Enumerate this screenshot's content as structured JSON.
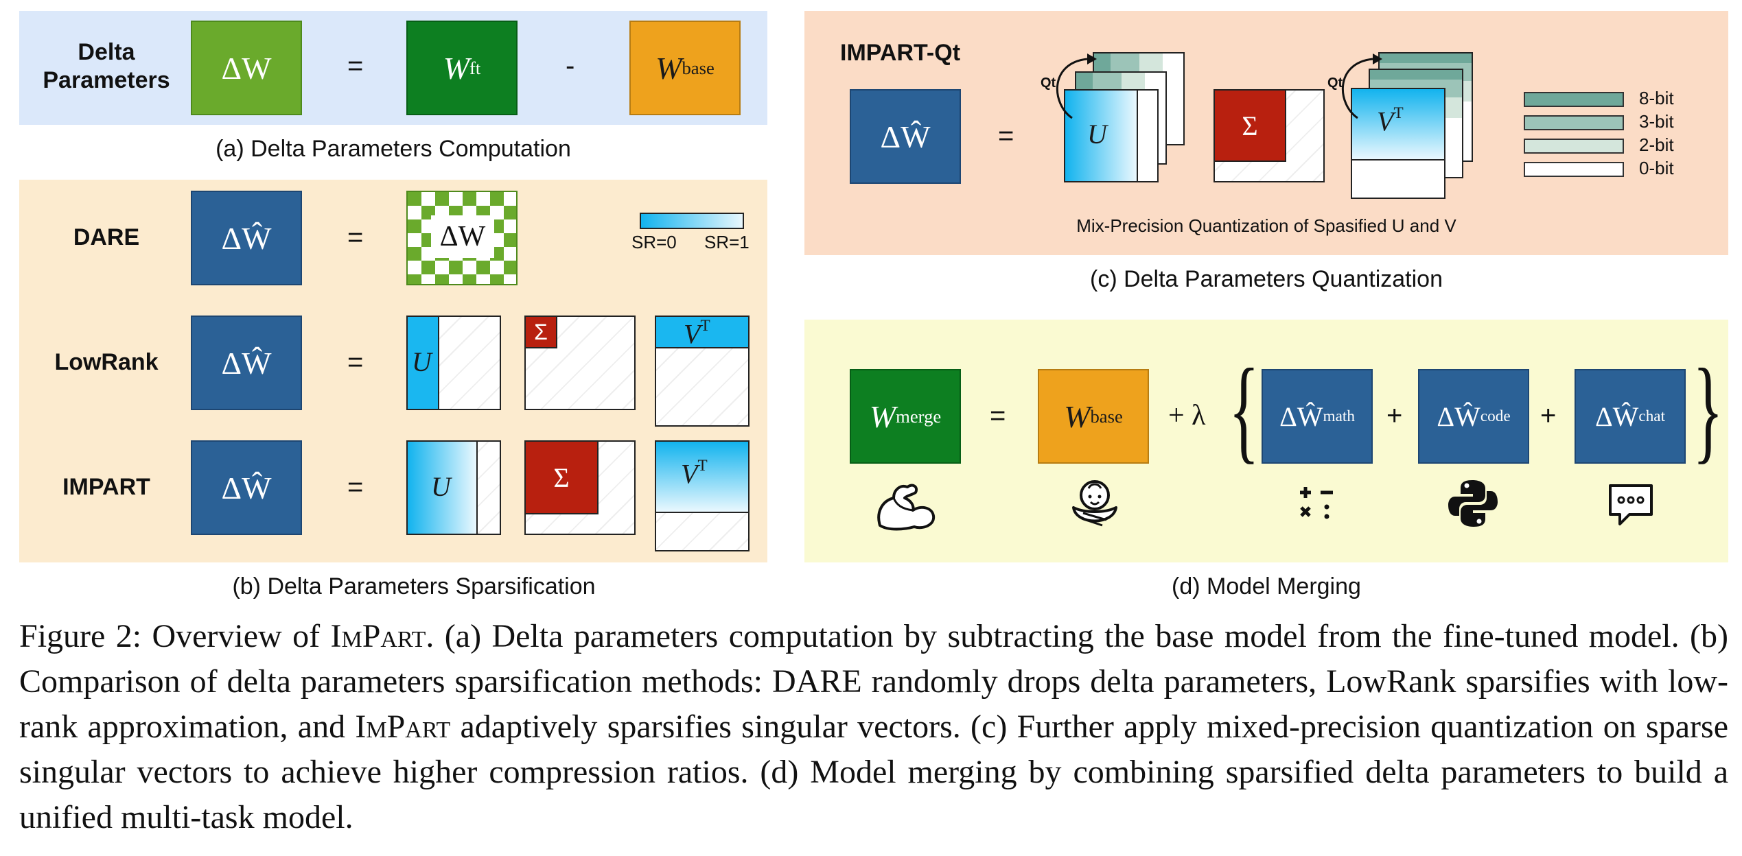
{
  "panel_a": {
    "row_label": "Delta\nParameters",
    "delta_w": "ΔW",
    "w_ft": "W",
    "w_ft_sup": "ft",
    "w_base": "W",
    "w_base_sup": "base",
    "op_eq": "=",
    "op_minus": "-",
    "caption": "(a) Delta Parameters Computation"
  },
  "panel_b": {
    "rows": [
      {
        "label": "DARE",
        "delta": "ΔŴ",
        "eq": "="
      },
      {
        "label": "LowRank",
        "delta": "ΔŴ",
        "eq": "="
      },
      {
        "label": "IMPART",
        "delta": "ΔŴ",
        "eq": "="
      }
    ],
    "dare_matrix": "ΔW",
    "sr_left": "SR=0",
    "sr_right": "SR=1",
    "U": "U",
    "Sigma": "Σ",
    "VT": "V",
    "VT_sup": "T",
    "caption": "(b) Delta Parameters Sparsification"
  },
  "panel_c": {
    "title": "IMPART-Qt",
    "delta": "ΔŴ",
    "eq": "=",
    "qt_label": "Qt",
    "U": "U",
    "Sigma": "Σ",
    "VT": "V",
    "VT_sup": "T",
    "legend": [
      {
        "label": "8-bit",
        "color": "#6fa89a"
      },
      {
        "label": "3-bit",
        "color": "#9cc4b8"
      },
      {
        "label": "2-bit",
        "color": "#d4e6dc"
      },
      {
        "label": "0-bit",
        "color": "#ffffff"
      }
    ],
    "subtitle": "Mix-Precision Quantization of Spasified U and V",
    "caption": "(c) Delta Parameters Quantization"
  },
  "panel_d": {
    "w_merge": "W",
    "w_merge_sup": "merge",
    "eq": "=",
    "w_base": "W",
    "w_base_sup": "base",
    "plus_lambda": "+ λ",
    "terms": [
      {
        "text": "ΔŴ",
        "sup": "math"
      },
      {
        "text": "ΔŴ",
        "sup": "code"
      },
      {
        "text": "ΔŴ",
        "sup": "chat"
      }
    ],
    "plus": "+",
    "icons": [
      "muscle-icon",
      "baby-icon",
      "math-operators-icon",
      "python-icon",
      "chat-bubble-icon"
    ],
    "caption": "(d) Model Merging"
  },
  "figure_caption": {
    "lines": [
      "Figure 2: Overview of ImPart. (a) Delta parameters computation by subtracting the base model from the fine-tuned model. (b) Comparison of delta parameters sparsification methods: DARE randomly drops delta parameters, LowRank sparsifies with low-rank approximation, and ImPart adaptively sparsifies singular vectors. (c) Further apply mixed-precision quantization on sparse singular vectors to achieve higher compression ratios. (d) Model merging by combining sparsified delta parameters to build a unified multi-task model."
    ],
    "label": "Figure 2:",
    "impart": "ImPart",
    "part1": " Overview of ",
    "part2": ". (a) Delta parameters computation by subtracting the base model from the fine-tuned model. (b) Comparison of delta parameters sparsification methods: DARE randomly drops delta parameters, LowRank sparsifies with low-rank approximation, and ",
    "part3": " adaptively sparsifies singular vectors. (c) Further apply mixed-precision quantization on sparse singular vectors to achieve higher compression ratios. (d) Model merging by combining sparsified delta parameters to build a unified multi-task model."
  },
  "colors": {
    "panel_a_bg": "#dbe8fa",
    "panel_b_bg": "#fcebcf",
    "panel_c_bg": "#fbdcc6",
    "panel_d_bg": "#fafad2",
    "delta_blue": "#2b6196",
    "green": "#6aaa2c",
    "dark_green": "#0d7f21",
    "orange": "#eea21d",
    "sigma_red": "#b8200f",
    "cyan": "#1ab7f0"
  }
}
